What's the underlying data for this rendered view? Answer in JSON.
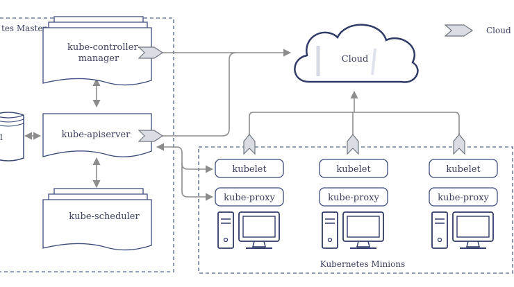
{
  "master": {
    "title": "tes Master"
  },
  "minions_region": {
    "title": "Kubernetes Minions"
  },
  "components": {
    "controller_manager": {
      "line1": "kube-controller-",
      "line2": "manager"
    },
    "apiserver": {
      "label": "kube-apiserver"
    },
    "scheduler": {
      "label": "kube-scheduler"
    },
    "etcd": {
      "label": "l"
    }
  },
  "cloud": {
    "label": "Cloud"
  },
  "legend": {
    "label": "Cloud c"
  },
  "nodes": [
    {
      "kubelet": "kubelet",
      "proxy": "kube-proxy"
    },
    {
      "kubelet": "kubelet",
      "proxy": "kube-proxy"
    },
    {
      "kubelet": "kubelet",
      "proxy": "kube-proxy"
    }
  ],
  "colors": {
    "stroke": "#3b4a7a",
    "connector": "#8c8c8c",
    "region": "#6e7fa8"
  },
  "icons": [
    "cloud-icon",
    "plug-icon",
    "database-icon",
    "computer-icon",
    "document-stack-icon"
  ]
}
